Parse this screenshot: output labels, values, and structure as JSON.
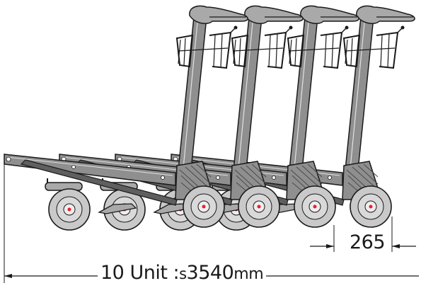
{
  "dimensions": {
    "total_prefix": "10 Unit :",
    "total_s": "s",
    "total_value": "3540",
    "total_unit": "mm",
    "spacing": "265"
  },
  "carts": {
    "count": 4
  },
  "colors": {
    "stroke": "#1a1a1a",
    "metal": "#8f8f8f",
    "metal_dark": "#5f5f5f",
    "grip": "#a9a9a9",
    "tire": "#c9c9c9",
    "hub": "#eeeeee",
    "accent": "#e8202a"
  }
}
